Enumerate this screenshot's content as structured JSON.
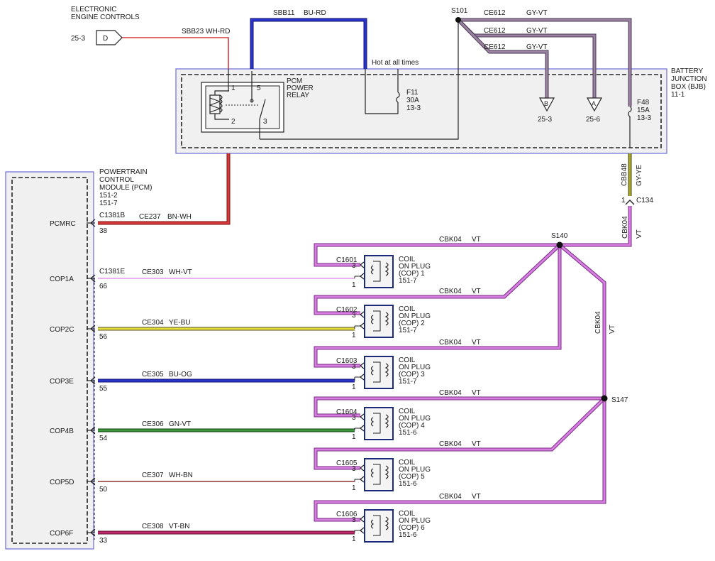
{
  "modules": {
    "eec": {
      "name_l1": "ELECTRONIC",
      "name_l2": "ENGINE CONTROLS",
      "ref": "25-3",
      "connector_letter": "D"
    },
    "bjb": {
      "name_l1": "BATTERY",
      "name_l2": "JUNCTION",
      "name_l3": "BOX (BJB)",
      "ref": "11-1"
    },
    "pcm": {
      "name_l1": "POWERTRAIN",
      "name_l2": "CONTROL",
      "name_l3": "MODULE (PCM)",
      "ref1": "151-2",
      "ref2": "151-7"
    },
    "relay": {
      "name_l1": "PCM",
      "name_l2": "POWER",
      "name_l3": "RELAY",
      "pin1": "1",
      "pin2": "2",
      "pin3": "3",
      "pin5": "5"
    }
  },
  "fuses": {
    "f11": {
      "name": "F11",
      "rating": "30A",
      "ref": "13-3"
    },
    "f48": {
      "name": "F48",
      "rating": "15A",
      "ref": "13-3"
    }
  },
  "labels": {
    "hot": "Hot at all times",
    "s101": "S101",
    "s140": "S140",
    "s147": "S147",
    "c134": "C134",
    "c134_pin": "1",
    "c1381b": "C1381B",
    "c1381e": "C1381E",
    "off_b_letter": "B",
    "off_b_ref": "25-3",
    "off_a_letter": "A",
    "off_a_ref": "25-6"
  },
  "wires": {
    "sbb23": {
      "circuit": "SBB23",
      "color": "WH-RD"
    },
    "sbb11": {
      "circuit": "SBB11",
      "color": "BU-RD"
    },
    "ce612_1": {
      "circuit": "CE612",
      "color": "GY-VT"
    },
    "ce612_2": {
      "circuit": "CE612",
      "color": "GY-VT"
    },
    "ce612_3": {
      "circuit": "CE612",
      "color": "GY-VT"
    },
    "cbb48": {
      "circuit": "CBB48",
      "color": "GY-YE"
    },
    "cbk04_v": {
      "circuit": "CBK04",
      "color": "VT"
    },
    "cbk04_h": {
      "circuit": "CBK04",
      "color": "VT"
    },
    "cbk04_v2": {
      "circuit": "CBK04",
      "color": "VT"
    },
    "ce237": {
      "circuit": "CE237",
      "color": "BN-WH"
    }
  },
  "pcm_pins": [
    {
      "name": "PCMRC",
      "pin": "38"
    },
    {
      "name": "COP1A",
      "pin": "66"
    },
    {
      "name": "COP2C",
      "pin": "56"
    },
    {
      "name": "COP3E",
      "pin": "55"
    },
    {
      "name": "COP4B",
      "pin": "54"
    },
    {
      "name": "COP5D",
      "pin": "50"
    },
    {
      "name": "COP6F",
      "pin": "33"
    }
  ],
  "coils": [
    {
      "connector": "C1601",
      "pin_a": "3",
      "pin_b": "1",
      "l1": "COIL",
      "l2": "ON PLUG",
      "l3": "(COP) 1",
      "ref": "151-7",
      "sig_circuit": "CE303",
      "sig_color": "WH-VT",
      "feed_circuit": "CBK04",
      "feed_color": "VT"
    },
    {
      "connector": "C1602",
      "pin_a": "3",
      "pin_b": "1",
      "l1": "COIL",
      "l2": "ON PLUG",
      "l3": "(COP) 2",
      "ref": "151-7",
      "sig_circuit": "CE304",
      "sig_color": "YE-BU",
      "feed_circuit": "CBK04",
      "feed_color": "VT"
    },
    {
      "connector": "C1603",
      "pin_a": "3",
      "pin_b": "1",
      "l1": "COIL",
      "l2": "ON PLUG",
      "l3": "(COP) 3",
      "ref": "151-7",
      "sig_circuit": "CE305",
      "sig_color": "BU-OG",
      "feed_circuit": "CBK04",
      "feed_color": "VT"
    },
    {
      "connector": "C1604",
      "pin_a": "3",
      "pin_b": "1",
      "l1": "COIL",
      "l2": "ON PLUG",
      "l3": "(COP) 4",
      "ref": "151-6",
      "sig_circuit": "CE306",
      "sig_color": "GN-VT",
      "feed_circuit": "CBK04",
      "feed_color": "VT"
    },
    {
      "connector": "C1605",
      "pin_a": "3",
      "pin_b": "1",
      "l1": "COIL",
      "l2": "ON PLUG",
      "l3": "(COP) 5",
      "ref": "151-6",
      "sig_circuit": "CE307",
      "sig_color": "WH-BN",
      "feed_circuit": "CBK04",
      "feed_color": "VT"
    },
    {
      "connector": "C1606",
      "pin_a": "3",
      "pin_b": "1",
      "l1": "COIL",
      "l2": "ON PLUG",
      "l3": "(COP) 6",
      "ref": "151-6",
      "sig_circuit": "CE308",
      "sig_color": "VT-BN",
      "feed_circuit": "CBK04",
      "feed_color": "VT"
    }
  ],
  "colors": {
    "violet": "#d67fe0",
    "violet_edge": "#7a2a86",
    "gray_violet": "#9a82a0",
    "gray_violet_edge": "#4a3a55",
    "red": "#d83a3a",
    "red_edge": "#7a1010",
    "blue": "#2a34d0",
    "blue_edge": "#10106a",
    "yellow": "#e6dc3c",
    "green": "#3a9a3a",
    "white_violet": "#e8a6ec",
    "white_brown": "#a05050",
    "violet_brown": "#c02a6a",
    "gray_yellow": "#a8a830"
  }
}
